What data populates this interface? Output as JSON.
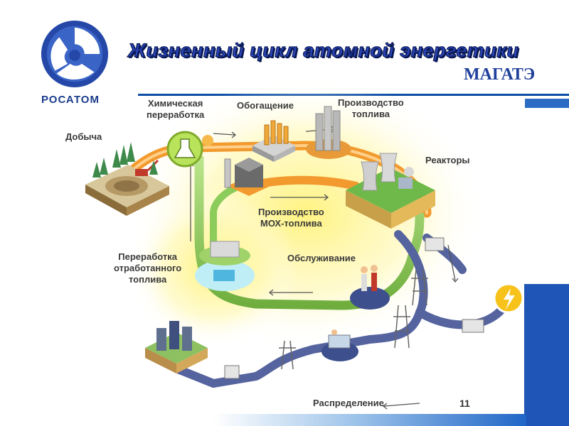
{
  "header": {
    "title": "Жизненный цикл атомной энергетики",
    "subtitle": "МАГАТЭ",
    "logo_text": "РОСАТОМ"
  },
  "diagram": {
    "stages": {
      "mining": "Добыча",
      "chemical_line1": "Химическая",
      "chemical_line2": "переработка",
      "enrichment": "Обогащение",
      "fuel_line1": "Производство",
      "fuel_line2": "топлива",
      "reactors": "Реакторы",
      "mox_line1": "Производство",
      "mox_line2": "МОХ-топлива",
      "maintenance": "Обслуживание",
      "spent_line1": "Переработка",
      "spent_line2": "отработанного",
      "spent_line3": "топлива",
      "distribution": "Распределение"
    },
    "icons": [
      "atom-logo-icon",
      "lightning-icon",
      "mine-icon",
      "lab-flask-icon",
      "enrichment-plant-icon",
      "fuel-silo-icon",
      "reactor-icon",
      "mox-plant-icon",
      "reprocessing-plant-icon",
      "workers-icon",
      "transformer-icon",
      "power-pylon-icon",
      "city-icon",
      "control-room-icon"
    ],
    "colors": {
      "orange_flow": "#f29a2e",
      "green_flow": "#8ccc5a",
      "blue_grid": "#55639e",
      "glow": "#fff27a",
      "brand_blue": "#1f55b6"
    }
  },
  "footer": {
    "page_number": "11"
  }
}
